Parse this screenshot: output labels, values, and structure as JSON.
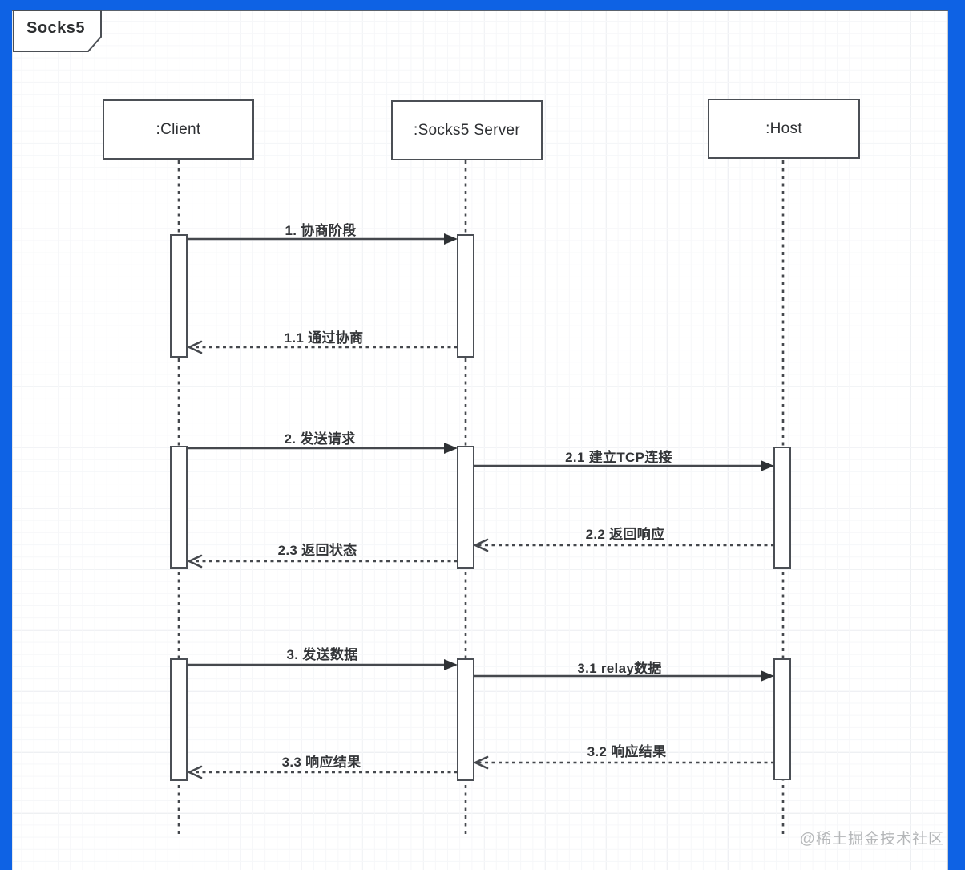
{
  "frame": {
    "title": "Socks5"
  },
  "watermark": {
    "text": "@稀土掘金技术社区"
  },
  "colors": {
    "outer_border": "#0E62E4",
    "canvas": "#FFFFFF",
    "shape_line": "#4A4D52",
    "label_text": "#333538",
    "watermark": "#B5B7B9",
    "grid_major": "#ECEEF1",
    "grid_minor": "#F6F7F9"
  },
  "diagram": {
    "type": "uml-sequence",
    "lifelines": [
      {
        "id": "client",
        "label": ":Client"
      },
      {
        "id": "socks5-server",
        "label": ":Socks5 Server"
      },
      {
        "id": "host",
        "label": ":Host"
      }
    ],
    "messages": [
      {
        "seq": "1",
        "label": "1. 协商阶段",
        "from": "client",
        "to": "socks5-server",
        "kind": "sync"
      },
      {
        "seq": "1.1",
        "label": "1.1 通过协商",
        "from": "socks5-server",
        "to": "client",
        "kind": "return"
      },
      {
        "seq": "2",
        "label": "2. 发送请求",
        "from": "client",
        "to": "socks5-server",
        "kind": "sync"
      },
      {
        "seq": "2.1",
        "label": "2.1 建立TCP连接",
        "from": "socks5-server",
        "to": "host",
        "kind": "sync"
      },
      {
        "seq": "2.2",
        "label": "2.2 返回响应",
        "from": "host",
        "to": "socks5-server",
        "kind": "return"
      },
      {
        "seq": "2.3",
        "label": "2.3 返回状态",
        "from": "socks5-server",
        "to": "client",
        "kind": "return"
      },
      {
        "seq": "3",
        "label": "3. 发送数据",
        "from": "client",
        "to": "socks5-server",
        "kind": "sync"
      },
      {
        "seq": "3.1",
        "label": "3.1 relay数据",
        "from": "socks5-server",
        "to": "host",
        "kind": "sync"
      },
      {
        "seq": "3.2",
        "label": "3.2 响应结果",
        "from": "host",
        "to": "socks5-server",
        "kind": "return"
      },
      {
        "seq": "3.3",
        "label": "3.3 响应结果",
        "from": "socks5-server",
        "to": "client",
        "kind": "return"
      }
    ]
  }
}
